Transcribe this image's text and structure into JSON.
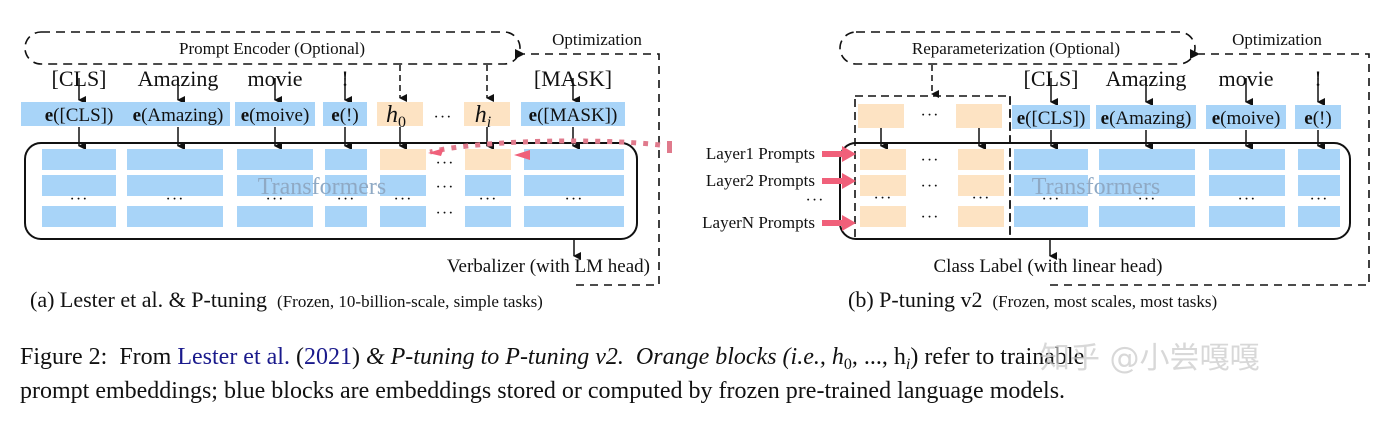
{
  "colors": {
    "blue_block": "#a8d4f8",
    "orange_block": "#fde3c3",
    "red_arrow": "#f0607a",
    "red_dots": "#e07a8c",
    "link_text": "#1a1a8c",
    "transformers_text": "#8fa9c4"
  },
  "panel_a": {
    "encoder_label": "Prompt Encoder (Optional)",
    "optimization_label": "Optimization",
    "tokens": [
      "[CLS]",
      "Amazing",
      "movie",
      "!",
      "[MASK]"
    ],
    "embeddings": [
      {
        "bold": "e",
        "rest": "([CLS])"
      },
      {
        "bold": "e",
        "rest": "(Amazing)"
      },
      {
        "bold": "e",
        "rest": "(moive)"
      },
      {
        "bold": "e",
        "rest": "(!)"
      },
      {
        "bold": "e",
        "rest": "([MASK])"
      }
    ],
    "prompts": [
      {
        "base": "h",
        "sub": "0"
      },
      {
        "base": "h",
        "sub": "i"
      }
    ],
    "ellipsis": "···",
    "transformers_label": "Transformers",
    "output_label": "Verbalizer (with LM head)",
    "subtitle_main": "(a) Lester et al. & P-tuning",
    "subtitle_note": "(Frozen, 10-billion-scale, simple tasks)"
  },
  "panel_b": {
    "encoder_label": "Reparameterization (Optional)",
    "optimization_label": "Optimization",
    "tokens": [
      "[CLS]",
      "Amazing",
      "movie",
      "!"
    ],
    "embeddings": [
      {
        "bold": "e",
        "rest": "([CLS])"
      },
      {
        "bold": "e",
        "rest": "(Amazing)"
      },
      {
        "bold": "e",
        "rest": "(moive)"
      },
      {
        "bold": "e",
        "rest": "(!)"
      }
    ],
    "layer_prompts": [
      "Layer1 Prompts",
      "Layer2 Prompts",
      "···",
      "LayerN Prompts"
    ],
    "ellipsis": "···",
    "transformers_label": "Transformers",
    "output_label": "Class Label (with linear head)",
    "subtitle_main": "(b) P-tuning v2",
    "subtitle_note": "(Frozen, most scales, most tasks)"
  },
  "caption": {
    "line1_prefix": "Figure 2:  From ",
    "line1_link": "Lester et al.",
    "line1_paren_open": " (",
    "line1_year": "2021",
    "line1_paren_close": ")",
    "line1_rest": " & P-tuning to P-tuning v2.  Orange blocks (i.e., h",
    "line1_sub0": "0",
    "line1_mid": ", ..., h",
    "line1_subi": "i",
    "line1_end": ") refer to trainable",
    "line2": "prompt embeddings; blue blocks are embeddings stored or computed by frozen pre-trained language models."
  },
  "watermark": "知乎 @小尝嘎嘎"
}
